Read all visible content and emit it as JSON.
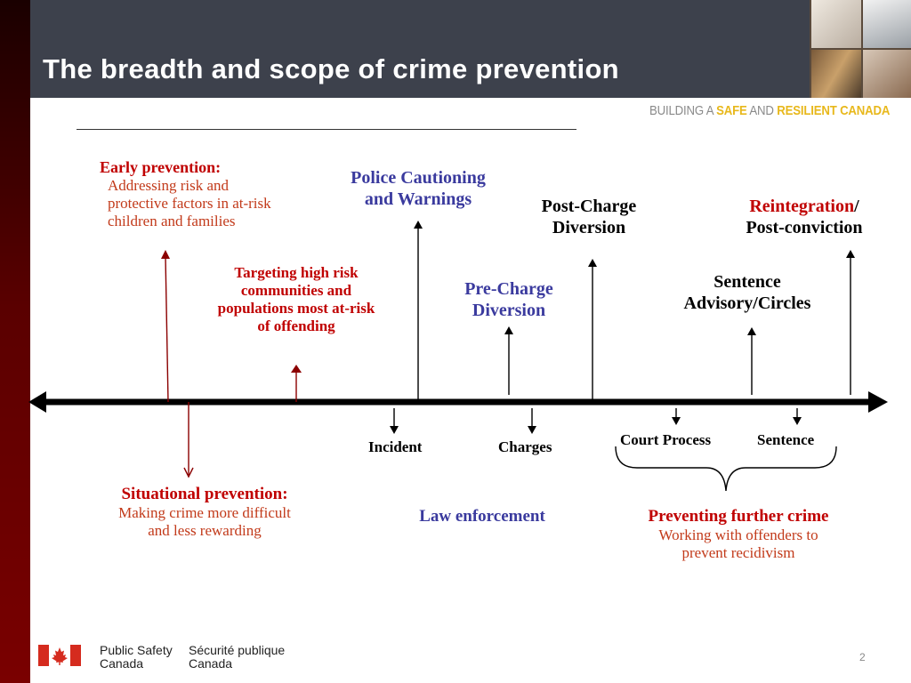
{
  "slide": {
    "title": "The breadth and scope of crime prevention",
    "tagline": {
      "pre": "BUILDING A ",
      "safe": "SAFE",
      "and": " AND ",
      "resilient": "RESILIENT CANADA"
    },
    "page_number": "2"
  },
  "colors": {
    "sidebar": "#7a0000",
    "header": "#3d414c",
    "red": "#c00000",
    "blue": "#3a3a9e",
    "tagline_accent": "#e8b81c"
  },
  "upper": {
    "early_title": "Early prevention:",
    "early_body_1": "Addressing risk and",
    "early_body_2": "protective factors in at-risk",
    "early_body_3": "children and families",
    "targeting_1": "Targeting high risk",
    "targeting_2": "communities and",
    "targeting_3": "populations most at-risk",
    "targeting_4": "of offending",
    "police_1": "Police Cautioning",
    "police_2": "and Warnings",
    "precharge_1": "Pre-Charge",
    "precharge_2": "Diversion",
    "postcharge_1": "Post-Charge",
    "postcharge_2": "Diversion",
    "sentence_adv_1": "Sentence",
    "sentence_adv_2": "Advisory/Circles",
    "reintegration": "Reintegration",
    "slash": "/",
    "postconviction": "Post-conviction"
  },
  "timeline": {
    "incident": "Incident",
    "charges": "Charges",
    "court_process": "Court Process",
    "sentence": "Sentence"
  },
  "lower": {
    "situational_title": "Situational prevention:",
    "situational_body_1": "Making crime more difficult",
    "situational_body_2": "and less rewarding",
    "law_enforcement": "Law enforcement",
    "further_title": "Preventing further crime",
    "further_body_1": "Working with offenders to",
    "further_body_2": "prevent recidivism"
  },
  "footer": {
    "en_1": "Public Safety",
    "en_2": "Canada",
    "fr_1": "Sécurité publique",
    "fr_2": "Canada",
    "flag_icon": "canada-flag-icon"
  }
}
